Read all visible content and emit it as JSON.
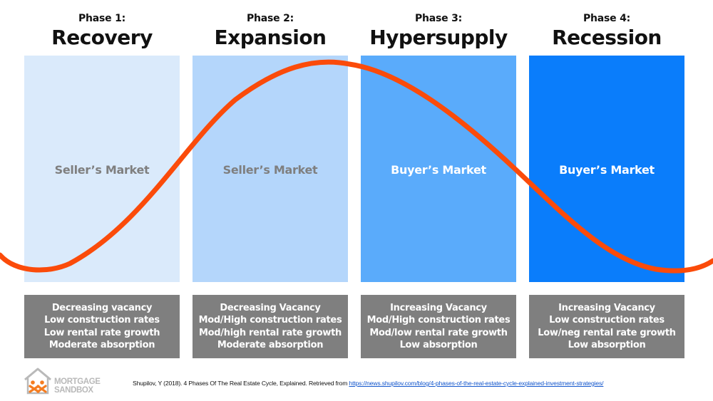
{
  "colors": {
    "panel_1": "#daeafb",
    "panel_2": "#b4d6fb",
    "panel_3": "#5aabfb",
    "panel_4": "#0a7dfb",
    "market_muted": "#7f7f7f",
    "market_light": "#ffffff",
    "curve": "#fb4b0a",
    "info_bg": "#7f7f7f",
    "logo_orange": "#f57c20",
    "logo_gray": "#b9b9b9"
  },
  "phases": [
    {
      "label": "Phase 1:",
      "name": "Recovery",
      "market": "Seller’s Market",
      "traits": [
        "Decreasing vacancy",
        "Low construction rates",
        "Low rental rate growth",
        "Moderate absorption"
      ]
    },
    {
      "label": "Phase 2:",
      "name": "Expansion",
      "market": "Seller’s Market",
      "traits": [
        "Decreasing Vacancy",
        "Mod/High construction rates",
        "Mod/high rental rate growth",
        "Moderate absorption"
      ]
    },
    {
      "label": "Phase 3:",
      "name": "Hypersupply",
      "market": "Buyer’s Market",
      "traits": [
        "Increasing Vacancy",
        "Mod/High construction rates",
        "Mod/low rental rate growth",
        "Low absorption"
      ]
    },
    {
      "label": "Phase 4:",
      "name": "Recession",
      "market": "Buyer’s Market",
      "traits": [
        "Increasing Vacancy",
        "Low construction rates",
        "Low/neg rental rate growth",
        "Low absorption"
      ]
    }
  ],
  "logo": {
    "line1": "MORTGAGE",
    "line2": "SANDBOX"
  },
  "citation": {
    "text": "Shupilov, Y (2018). 4 Phases Of The  Real Estate Cycle, Explained. Retrieved from ",
    "link": "https://news.shupilov.com/blog/4-phases-of-the-real-estate-cycle-explained-investment-strategies/"
  }
}
